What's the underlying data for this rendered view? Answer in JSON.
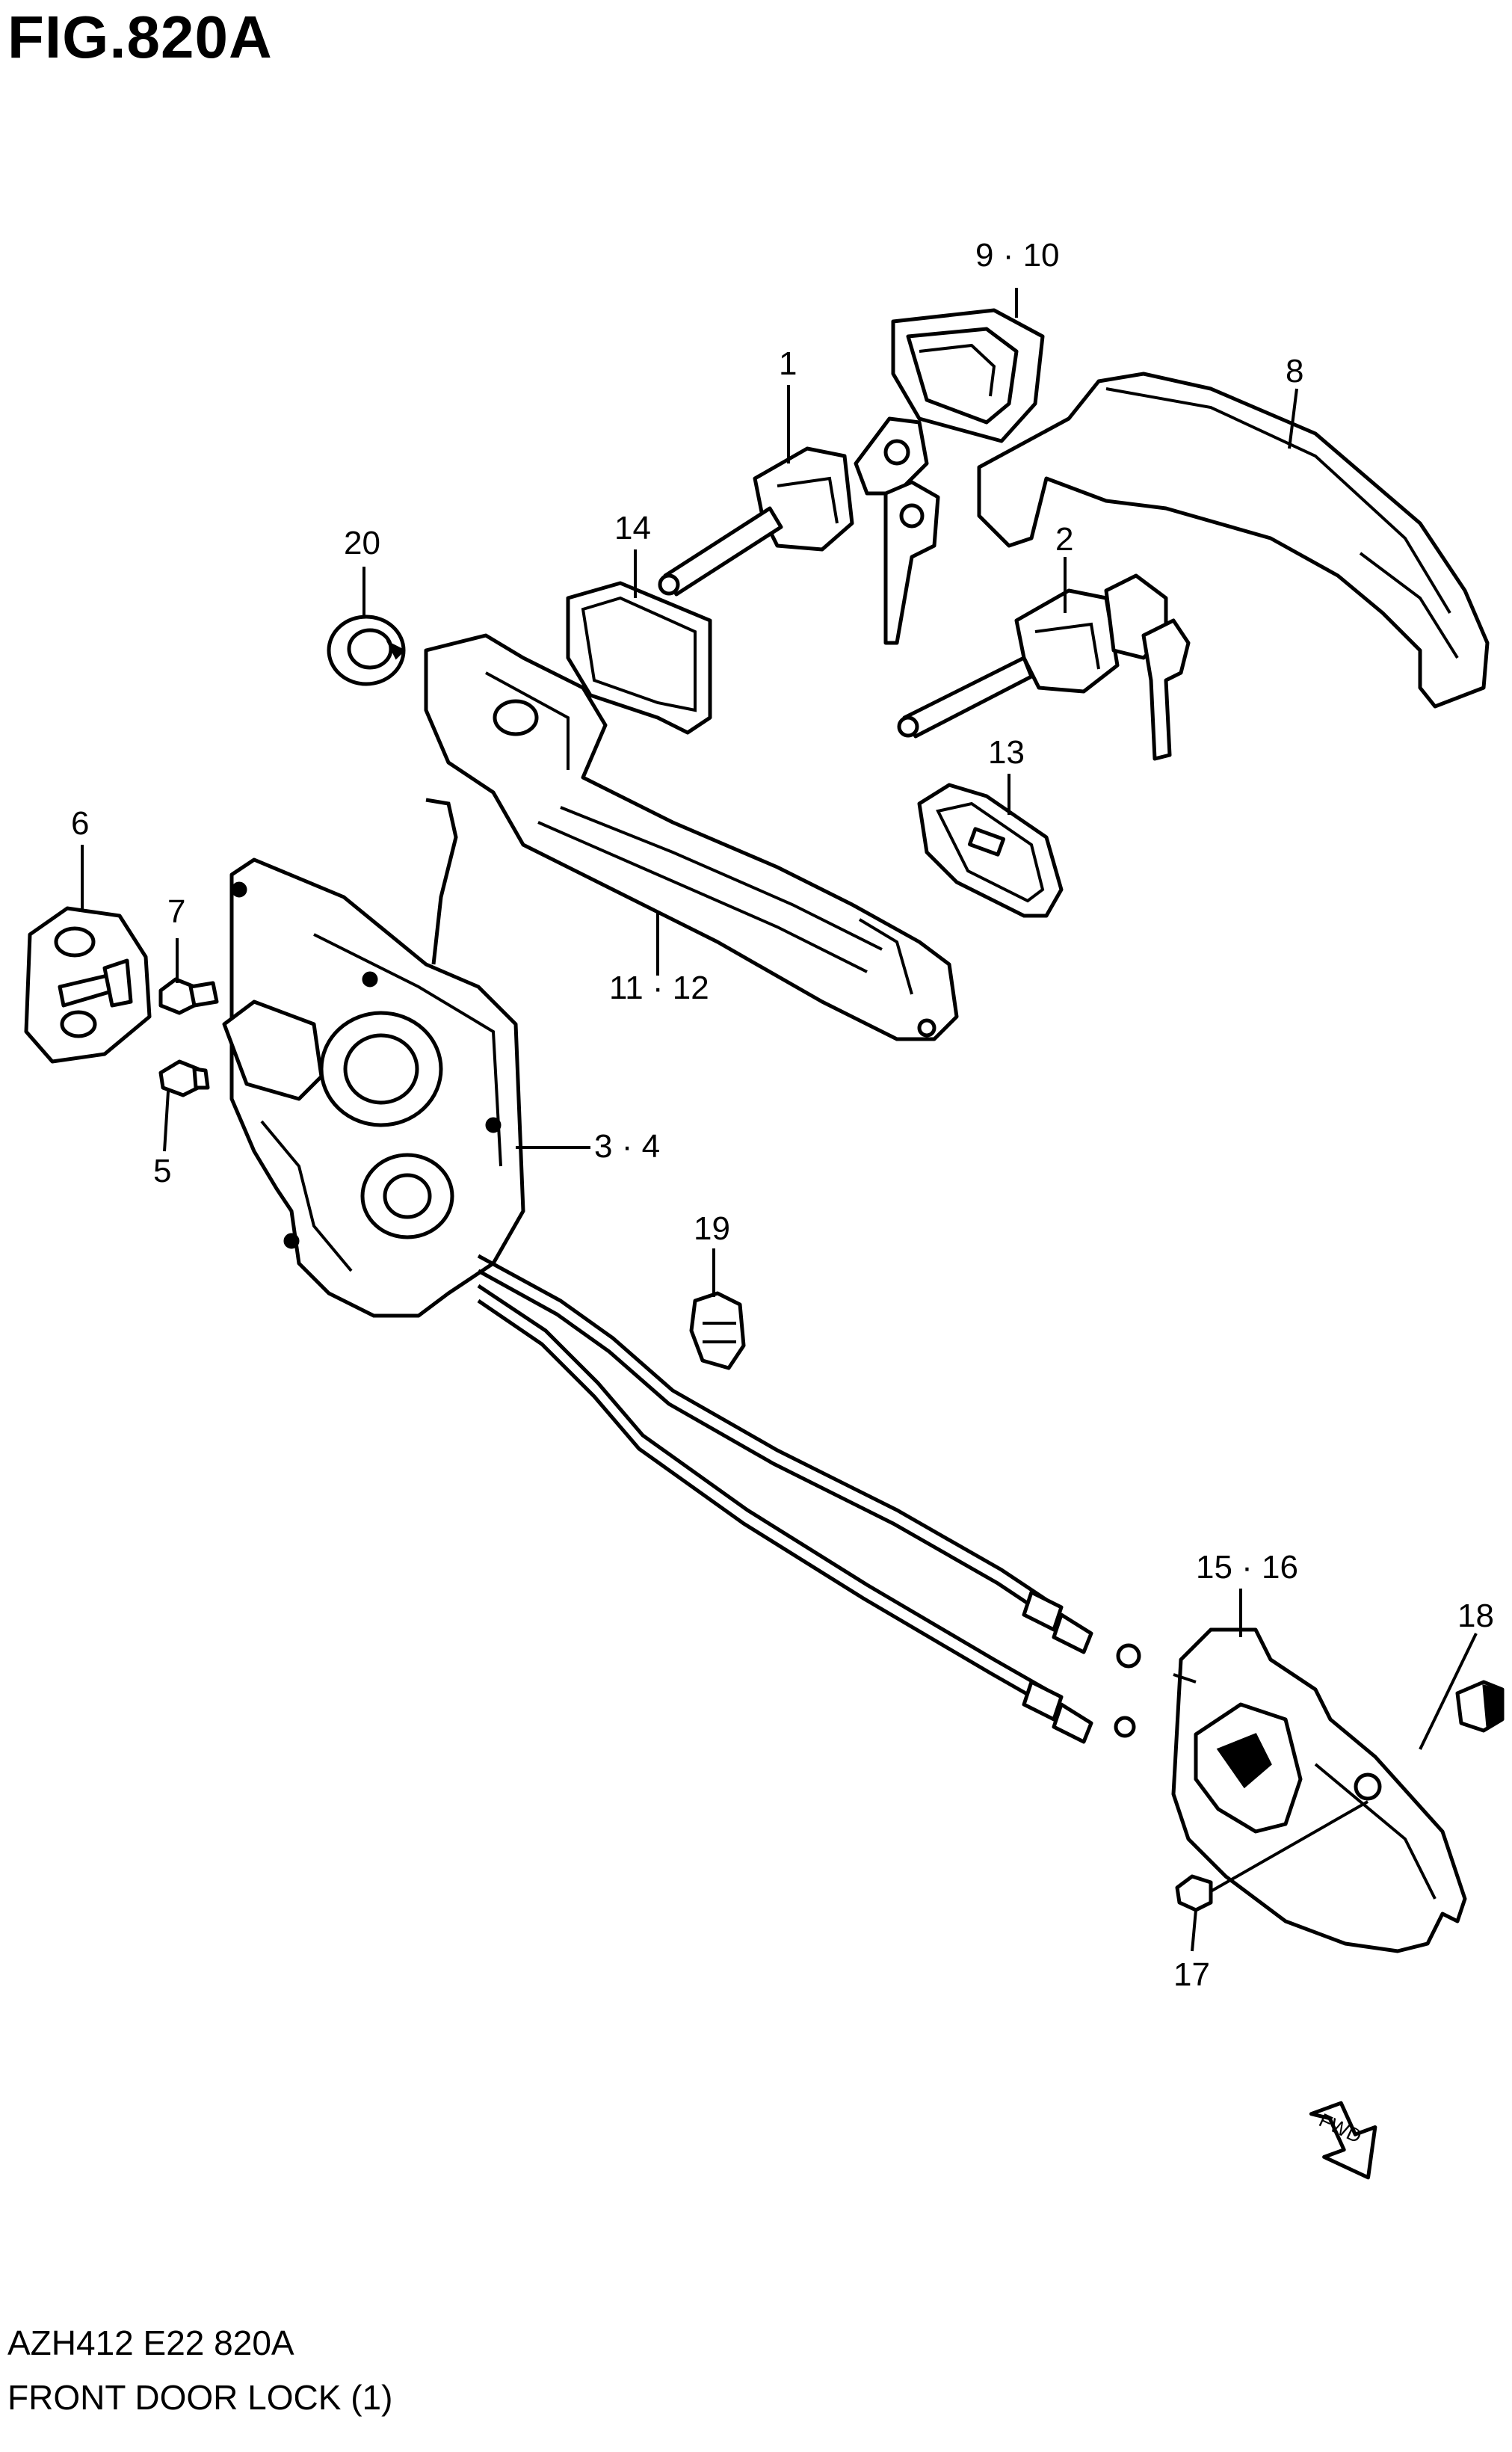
{
  "figure": {
    "title": "FIG.820A",
    "code": "AZH412 E22 820A",
    "name": "FRONT DOOR LOCK (1)",
    "fwd_label": "FWD"
  },
  "callouts": [
    {
      "id": "c1",
      "label": "1"
    },
    {
      "id": "c2",
      "label": "2"
    },
    {
      "id": "c34",
      "label": "3 · 4"
    },
    {
      "id": "c5",
      "label": "5"
    },
    {
      "id": "c6",
      "label": "6"
    },
    {
      "id": "c7",
      "label": "7"
    },
    {
      "id": "c8",
      "label": "8"
    },
    {
      "id": "c910",
      "label": "9 · 10"
    },
    {
      "id": "c1112",
      "label": "11 · 12"
    },
    {
      "id": "c13",
      "label": "13"
    },
    {
      "id": "c14",
      "label": "14"
    },
    {
      "id": "c1516",
      "label": "15 · 16"
    },
    {
      "id": "c17",
      "label": "17"
    },
    {
      "id": "c18",
      "label": "18"
    },
    {
      "id": "c19",
      "label": "19"
    },
    {
      "id": "c20",
      "label": "20"
    }
  ]
}
